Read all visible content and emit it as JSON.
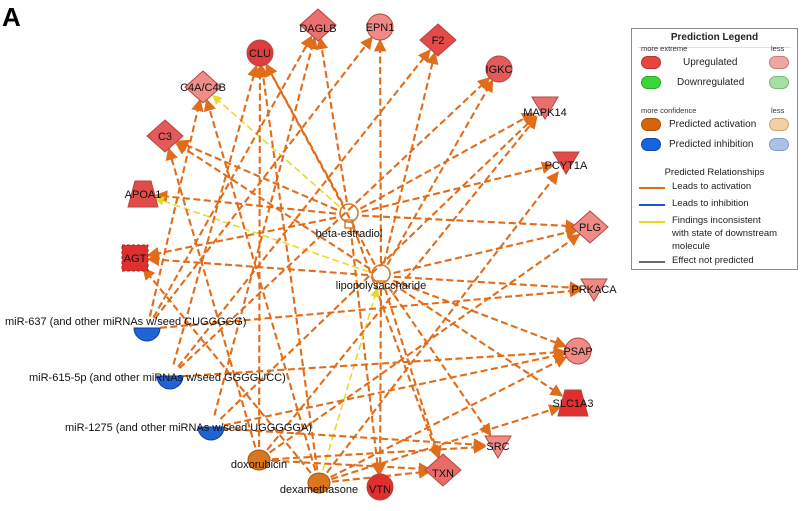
{
  "panel_label": "A",
  "colors": {
    "activation": "#e06d1a",
    "inhibition": "#1a56d6",
    "inconsistent": "#e6d92a",
    "not_predicted": "#6b6b6b",
    "upregulated": "#e8433e",
    "up_light": "#eda79f",
    "down_light": "#a6e0a0",
    "downregulated": "#3ad63a",
    "act_dark": "#d5650c",
    "act_light": "#f2d0a6",
    "inh_dark": "#1565e0",
    "inh_light": "#aac2e8"
  },
  "nodes": [
    {
      "id": "DAGLB",
      "label": "DAGLB",
      "shape": "diamond",
      "fill": "#ea7070"
    },
    {
      "id": "EPN1",
      "label": "EPN1",
      "shape": "circle",
      "fill": "#ef8a87"
    },
    {
      "id": "F2",
      "label": "F2",
      "shape": "diamond",
      "fill": "#e24b47"
    },
    {
      "id": "CLU",
      "label": "CLU",
      "shape": "circle",
      "fill": "#dc3d3d"
    },
    {
      "id": "IGKC",
      "label": "IGKC",
      "shape": "circle",
      "fill": "#e45959"
    },
    {
      "id": "C4A/C4B",
      "label": "C4A/C4B",
      "shape": "diamond",
      "fill": "#ef8d8a"
    },
    {
      "id": "MAPK14",
      "label": "MAPK14",
      "shape": "triangle-down",
      "fill": "#ea7070"
    },
    {
      "id": "C3",
      "label": "C3",
      "shape": "diamond",
      "fill": "#e45959"
    },
    {
      "id": "PCYT1A",
      "label": "PCYT1A",
      "shape": "triangle-down",
      "fill": "#e24b47"
    },
    {
      "id": "APOA1",
      "label": "APOA1",
      "shape": "trapezoid",
      "fill": "#e24b47"
    },
    {
      "id": "beta-estradiol",
      "label": "beta-estradiol",
      "shape": "chemical",
      "fill": "#ffffff"
    },
    {
      "id": "PLG",
      "label": "PLG",
      "shape": "diamond",
      "fill": "#ef8a87"
    },
    {
      "id": "AGT",
      "label": "AGT",
      "shape": "square",
      "fill": "#e02f2f"
    },
    {
      "id": "lipopolysaccharide",
      "label": "lipopolysaccharide",
      "shape": "chemical",
      "fill": "#ffffff"
    },
    {
      "id": "PRKACA",
      "label": "PRKACA",
      "shape": "triangle-down",
      "fill": "#ef8a87"
    },
    {
      "id": "miR-637",
      "label": "miR-637 (and other miRNAs w/seed CUGGGGG)",
      "shape": "semicircle",
      "fill": "#1f63d4"
    },
    {
      "id": "PSAP",
      "label": "PSAP",
      "shape": "circle",
      "fill": "#ef8a87"
    },
    {
      "id": "miR-615-5p",
      "label": "miR-615-5p (and other miRNAs w/seed GGGGUCC)",
      "shape": "semicircle",
      "fill": "#1f63d4"
    },
    {
      "id": "SLC1A3",
      "label": "SLC1A3",
      "shape": "trapezoid",
      "fill": "#e02f2f"
    },
    {
      "id": "miR-1275",
      "label": "miR-1275 (and other miRNAs w/seed UGGGGGA)",
      "shape": "semicircle",
      "fill": "#1f63d4"
    },
    {
      "id": "SRC",
      "label": "SRC",
      "shape": "triangle-down",
      "fill": "#ef8a87"
    },
    {
      "id": "doxorubicin",
      "label": "doxorubicin",
      "shape": "oval",
      "fill": "#d9761e"
    },
    {
      "id": "TXN",
      "label": "TXN",
      "shape": "diamond",
      "fill": "#ea6a6a"
    },
    {
      "id": "dexamethasone",
      "label": "dexamethasone",
      "shape": "oval",
      "fill": "#d9761e"
    },
    {
      "id": "VTN",
      "label": "VTN",
      "shape": "circle",
      "fill": "#e02f2f"
    }
  ],
  "edges": [
    [
      "beta-estradiol",
      "DAGLB",
      "activation"
    ],
    [
      "beta-estradiol",
      "CLU",
      "activation"
    ],
    [
      "beta-estradiol",
      "C3",
      "activation"
    ],
    [
      "beta-estradiol",
      "APOA1",
      "activation"
    ],
    [
      "beta-estradiol",
      "AGT",
      "activation"
    ],
    [
      "beta-estradiol",
      "PCYT1A",
      "activation"
    ],
    [
      "beta-estradiol",
      "PLG",
      "activation"
    ],
    [
      "beta-estradiol",
      "MAPK14",
      "activation"
    ],
    [
      "beta-estradiol",
      "TXN",
      "activation"
    ],
    [
      "beta-estradiol",
      "VTN",
      "activation"
    ],
    [
      "beta-estradiol",
      "C4A/C4B",
      "inconsistent"
    ],
    [
      "lipopolysaccharide",
      "F2",
      "activation"
    ],
    [
      "lipopolysaccharide",
      "EPN1",
      "activation"
    ],
    [
      "lipopolysaccharide",
      "IGKC",
      "activation"
    ],
    [
      "lipopolysaccharide",
      "CLU",
      "activation"
    ],
    [
      "lipopolysaccharide",
      "C3",
      "activation"
    ],
    [
      "lipopolysaccharide",
      "AGT",
      "activation"
    ],
    [
      "lipopolysaccharide",
      "PRKACA",
      "activation"
    ],
    [
      "lipopolysaccharide",
      "PSAP",
      "activation"
    ],
    [
      "lipopolysaccharide",
      "SRC",
      "activation"
    ],
    [
      "lipopolysaccharide",
      "TXN",
      "activation"
    ],
    [
      "lipopolysaccharide",
      "VTN",
      "activation"
    ],
    [
      "lipopolysaccharide",
      "PLG",
      "activation"
    ],
    [
      "lipopolysaccharide",
      "SLC1A3",
      "activation"
    ],
    [
      "lipopolysaccharide",
      "APOA1",
      "inconsistent"
    ],
    [
      "dexamethasone",
      "lipopolysaccharide",
      "inconsistent"
    ],
    [
      "dexamethasone",
      "CLU",
      "activation"
    ],
    [
      "dexamethasone",
      "C4A/C4B",
      "activation"
    ],
    [
      "dexamethasone",
      "PSAP",
      "activation"
    ],
    [
      "dexamethasone",
      "TXN",
      "activation"
    ],
    [
      "dexamethasone",
      "AGT",
      "activation"
    ],
    [
      "dexamethasone",
      "PCYT1A",
      "activation"
    ],
    [
      "dexamethasone",
      "SLC1A3",
      "activation"
    ],
    [
      "doxorubicin",
      "CLU",
      "activation"
    ],
    [
      "doxorubicin",
      "MAPK14",
      "activation"
    ],
    [
      "doxorubicin",
      "TXN",
      "activation"
    ],
    [
      "doxorubicin",
      "SRC",
      "activation"
    ],
    [
      "doxorubicin",
      "C3",
      "activation"
    ],
    [
      "doxorubicin",
      "PLG",
      "activation"
    ],
    [
      "miR-637",
      "DAGLB",
      "activation"
    ],
    [
      "miR-637",
      "C4A/C4B",
      "activation"
    ],
    [
      "miR-637",
      "EPN1",
      "activation"
    ],
    [
      "miR-637",
      "PRKACA",
      "activation"
    ],
    [
      "miR-615-5p",
      "CLU",
      "activation"
    ],
    [
      "miR-615-5p",
      "F2",
      "activation"
    ],
    [
      "miR-615-5p",
      "IGKC",
      "activation"
    ],
    [
      "miR-615-5p",
      "PSAP",
      "activation"
    ],
    [
      "miR-1275",
      "DAGLB",
      "activation"
    ],
    [
      "miR-1275",
      "MAPK14",
      "activation"
    ],
    [
      "miR-1275",
      "SRC",
      "activation"
    ],
    [
      "miR-1275",
      "PSAP",
      "activation"
    ]
  ],
  "legend": {
    "title": "Prediction Legend",
    "more_extreme": "more extreme",
    "less_1": "less",
    "upregulated": "Upregulated",
    "downregulated": "Downregulated",
    "more_confidence": "more confidence",
    "less_2": "less",
    "predicted_activation": "Predicted activation",
    "predicted_inhibition": "Predicted inhibition",
    "relationships_title": "Predicted Relationships",
    "leads_activation": "Leads to activation",
    "leads_inhibition": "Leads to inhibition",
    "findings_line1": "Findings inconsistent",
    "findings_line2": "with state of downstream",
    "findings_line3": "molecule",
    "not_predicted": "Effect not predicted"
  }
}
